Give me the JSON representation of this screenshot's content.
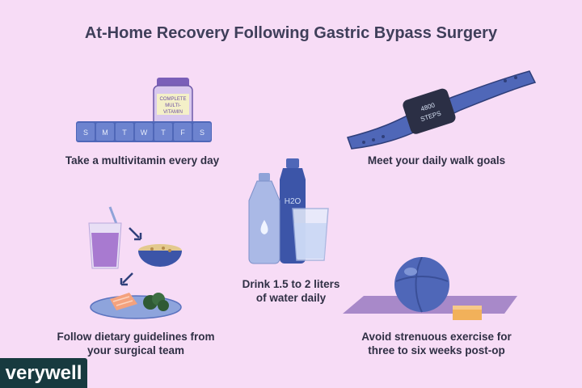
{
  "title": "At-Home Recovery Following Gastric Bypass Surgery",
  "captions": {
    "vitamin": "Take a multivitamin every day",
    "walk": "Meet your daily walk goals",
    "water_line1": "Drink 1.5 to 2 liters",
    "water_line2": "of water daily",
    "diet_line1": "Follow dietary guidelines from",
    "diet_line2": "your surgical team",
    "exercise_line1": "Avoid strenuous exercise for",
    "exercise_line2": "three to six weeks post-op"
  },
  "labels": {
    "jar_line1": "COMPLETE",
    "jar_line2": "MULTI-",
    "jar_line3": "VITAMIN",
    "tracker_line1": "4800",
    "tracker_line2": "STEPS",
    "bottle_label": "H2O",
    "pill_days": [
      "S",
      "M",
      "T",
      "W",
      "T",
      "F",
      "S"
    ]
  },
  "brand": "verywell",
  "colors": {
    "background": "#f7dcf6",
    "title": "#3f3f5a",
    "accent_blue": "#4f67b8",
    "brand_bg": "#173a3f"
  }
}
